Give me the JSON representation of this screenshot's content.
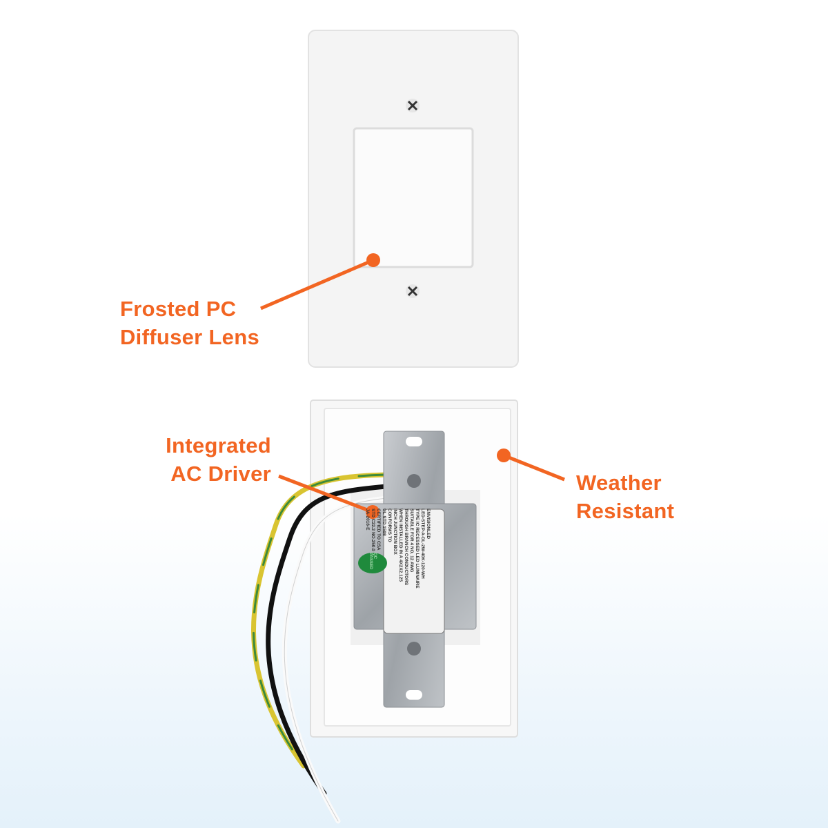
{
  "callouts": {
    "lens": [
      "Frosted PC",
      "Diffuser Lens"
    ],
    "driver": [
      "Integrated",
      "AC Driver"
    ],
    "weather": [
      "Weather",
      "Resistant"
    ]
  },
  "product_label": {
    "brand": "ENVISIONLED",
    "model": "LED-STEP-A-DL-2W-40K-120-WH",
    "type": "TYPE IC RECESSED LED LUMINAIRE",
    "lines": [
      "SUITABLE FOR 4 NO. 12 AWG",
      "THROUGH BRANCH CONDUCTORS",
      "WHEN INSTALLED IN A 4X2X2.125",
      "INCH JUNCTION BOX",
      "CONFORMS TO",
      "UL STD 1598",
      "CERTIFIED TO CSA",
      "STD C22.2 NO.250.0"
    ],
    "code": "JA-2016-E",
    "qc_badge": "QC PASSED"
  },
  "colors": {
    "accent": "#f26522"
  }
}
